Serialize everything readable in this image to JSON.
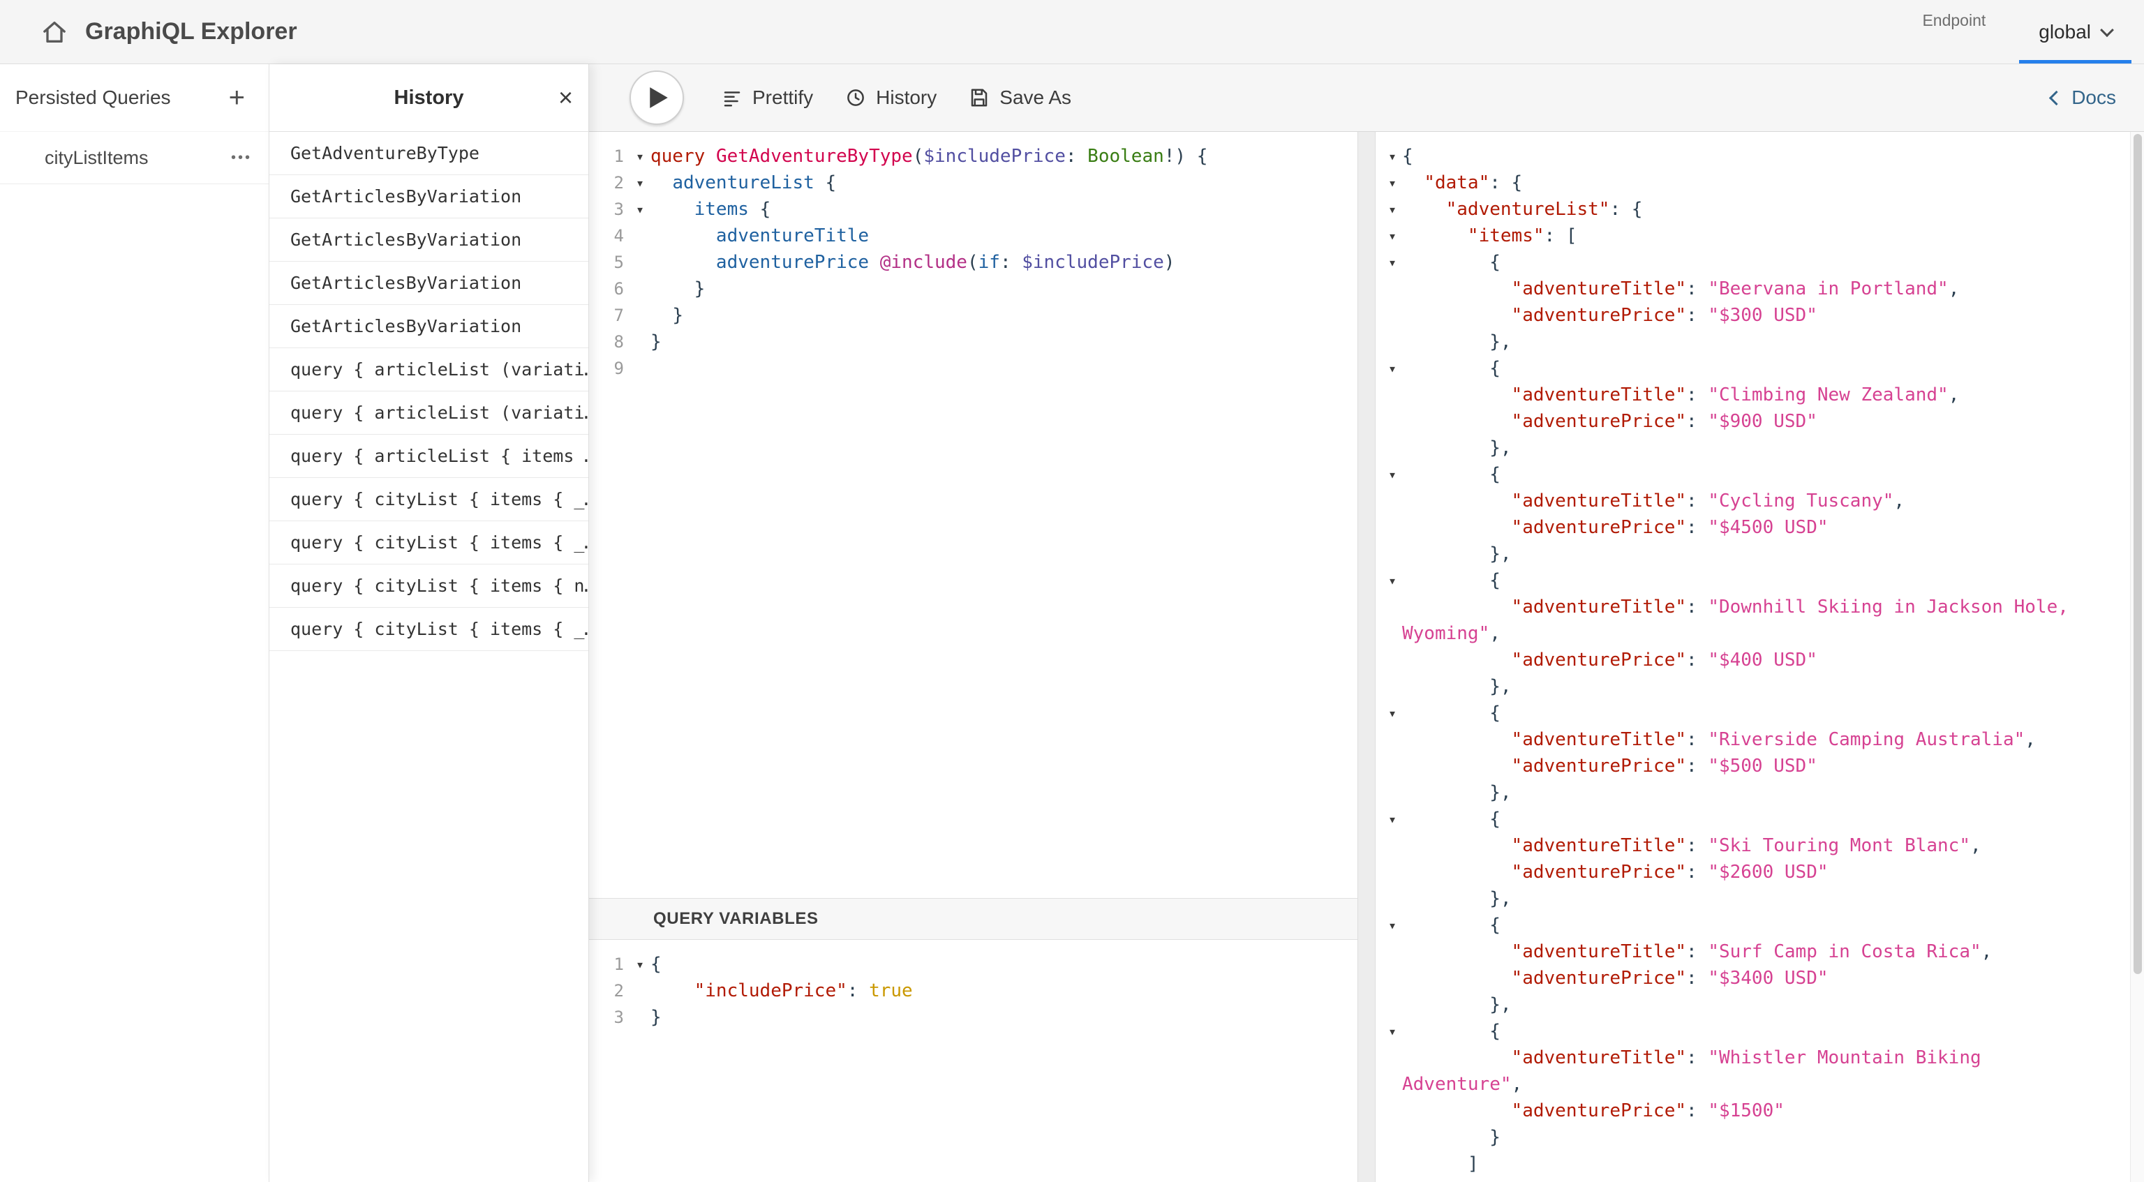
{
  "colors": {
    "accent": "#2680EB",
    "tok-kw": "#B11A04",
    "tok-def": "#D2054E",
    "tok-prop": "#1F61A0",
    "tok-var": "#524FA1",
    "tok-builtin": "#397D13",
    "tok-attr": "#1F61A0",
    "tok-meta": "#B33086",
    "tok-p": "#2B3F50",
    "tok-key": "#B11A04",
    "tok-str": "#D64292",
    "tok-atom": "#CA9800",
    "tok-pl": "#141823"
  },
  "top_bar": {
    "title": "GraphiQL Explorer",
    "endpoint_label": "Endpoint",
    "endpoint_value": "global"
  },
  "persisted": {
    "header": "Persisted Queries",
    "items": [
      {
        "label": "cityListItems"
      }
    ]
  },
  "history": {
    "title": "History",
    "close_glyph": "×",
    "items": [
      "GetAdventureByType",
      "GetArticlesByVariation",
      "GetArticlesByVariation",
      "GetArticlesByVariation",
      "GetArticlesByVariation",
      "query { articleList (variati…",
      "query { articleList (variati…",
      "query { articleList { items …",
      "query { cityList { items { _…",
      "query { cityList { items { _…",
      "query { cityList { items { n…",
      "query { cityList { items { _…"
    ]
  },
  "toolbar": {
    "prettify_label": "Prettify",
    "history_label": "History",
    "save_as_label": "Save As",
    "docs_label": "Docs"
  },
  "query_editor": {
    "lines": [
      {
        "n": 1,
        "fold": true,
        "t": [
          [
            "kw",
            "query"
          ],
          [
            "pl",
            " "
          ],
          [
            "def",
            "GetAdventureByType"
          ],
          [
            "p",
            "("
          ],
          [
            "var",
            "$includePrice"
          ],
          [
            "p",
            ":"
          ],
          [
            "pl",
            " "
          ],
          [
            "builtin",
            "Boolean"
          ],
          [
            "p",
            "!)"
          ],
          [
            "pl",
            " "
          ],
          [
            "p",
            "{"
          ]
        ]
      },
      {
        "n": 2,
        "fold": true,
        "t": [
          [
            "pl",
            "  "
          ],
          [
            "prop",
            "adventureList"
          ],
          [
            "pl",
            " "
          ],
          [
            "p",
            "{"
          ]
        ]
      },
      {
        "n": 3,
        "fold": true,
        "t": [
          [
            "pl",
            "    "
          ],
          [
            "prop",
            "items"
          ],
          [
            "pl",
            " "
          ],
          [
            "p",
            "{"
          ]
        ]
      },
      {
        "n": 4,
        "t": [
          [
            "pl",
            "      "
          ],
          [
            "prop",
            "adventureTitle"
          ]
        ]
      },
      {
        "n": 5,
        "t": [
          [
            "pl",
            "      "
          ],
          [
            "prop",
            "adventurePrice"
          ],
          [
            "pl",
            " "
          ],
          [
            "meta",
            "@include"
          ],
          [
            "p",
            "("
          ],
          [
            "attr",
            "if"
          ],
          [
            "p",
            ":"
          ],
          [
            "pl",
            " "
          ],
          [
            "var",
            "$includePrice"
          ],
          [
            "p",
            ")"
          ]
        ]
      },
      {
        "n": 6,
        "t": [
          [
            "pl",
            "    "
          ],
          [
            "p",
            "}"
          ]
        ]
      },
      {
        "n": 7,
        "t": [
          [
            "pl",
            "  "
          ],
          [
            "p",
            "}"
          ]
        ]
      },
      {
        "n": 8,
        "t": [
          [
            "p",
            "}"
          ]
        ]
      },
      {
        "n": 9,
        "t": []
      }
    ]
  },
  "variables_editor": {
    "title": "QUERY VARIABLES",
    "lines": [
      {
        "n": 1,
        "fold": true,
        "t": [
          [
            "p",
            "{"
          ]
        ]
      },
      {
        "n": 2,
        "t": [
          [
            "pl",
            "    "
          ],
          [
            "key",
            "\"includePrice\""
          ],
          [
            "p",
            ":"
          ],
          [
            "pl",
            " "
          ],
          [
            "atom",
            "true"
          ]
        ]
      },
      {
        "n": 3,
        "t": [
          [
            "p",
            "}"
          ]
        ]
      }
    ]
  },
  "results": {
    "lines": [
      {
        "fold": true,
        "t": [
          [
            "p",
            "{"
          ]
        ]
      },
      {
        "fold": true,
        "t": [
          [
            "pl",
            "  "
          ],
          [
            "key",
            "\"data\""
          ],
          [
            "p",
            ":"
          ],
          [
            "pl",
            " "
          ],
          [
            "p",
            "{"
          ]
        ]
      },
      {
        "fold": true,
        "t": [
          [
            "pl",
            "    "
          ],
          [
            "key",
            "\"adventureList\""
          ],
          [
            "p",
            ":"
          ],
          [
            "pl",
            " "
          ],
          [
            "p",
            "{"
          ]
        ]
      },
      {
        "fold": true,
        "t": [
          [
            "pl",
            "      "
          ],
          [
            "key",
            "\"items\""
          ],
          [
            "p",
            ":"
          ],
          [
            "pl",
            " "
          ],
          [
            "p",
            "["
          ]
        ]
      },
      {
        "fold": true,
        "t": [
          [
            "pl",
            "        "
          ],
          [
            "p",
            "{"
          ]
        ]
      },
      {
        "t": [
          [
            "pl",
            "          "
          ],
          [
            "key",
            "\"adventureTitle\""
          ],
          [
            "p",
            ":"
          ],
          [
            "pl",
            " "
          ],
          [
            "str",
            "\"Beervana in Portland\""
          ],
          [
            "p",
            ","
          ]
        ]
      },
      {
        "t": [
          [
            "pl",
            "          "
          ],
          [
            "key",
            "\"adventurePrice\""
          ],
          [
            "p",
            ":"
          ],
          [
            "pl",
            " "
          ],
          [
            "str",
            "\"$300 USD\""
          ]
        ]
      },
      {
        "t": [
          [
            "pl",
            "        "
          ],
          [
            "p",
            "},"
          ]
        ]
      },
      {
        "fold": true,
        "t": [
          [
            "pl",
            "        "
          ],
          [
            "p",
            "{"
          ]
        ]
      },
      {
        "t": [
          [
            "pl",
            "          "
          ],
          [
            "key",
            "\"adventureTitle\""
          ],
          [
            "p",
            ":"
          ],
          [
            "pl",
            " "
          ],
          [
            "str",
            "\"Climbing New Zealand\""
          ],
          [
            "p",
            ","
          ]
        ]
      },
      {
        "t": [
          [
            "pl",
            "          "
          ],
          [
            "key",
            "\"adventurePrice\""
          ],
          [
            "p",
            ":"
          ],
          [
            "pl",
            " "
          ],
          [
            "str",
            "\"$900 USD\""
          ]
        ]
      },
      {
        "t": [
          [
            "pl",
            "        "
          ],
          [
            "p",
            "},"
          ]
        ]
      },
      {
        "fold": true,
        "t": [
          [
            "pl",
            "        "
          ],
          [
            "p",
            "{"
          ]
        ]
      },
      {
        "t": [
          [
            "pl",
            "          "
          ],
          [
            "key",
            "\"adventureTitle\""
          ],
          [
            "p",
            ":"
          ],
          [
            "pl",
            " "
          ],
          [
            "str",
            "\"Cycling Tuscany\""
          ],
          [
            "p",
            ","
          ]
        ]
      },
      {
        "t": [
          [
            "pl",
            "          "
          ],
          [
            "key",
            "\"adventurePrice\""
          ],
          [
            "p",
            ":"
          ],
          [
            "pl",
            " "
          ],
          [
            "str",
            "\"$4500 USD\""
          ]
        ]
      },
      {
        "t": [
          [
            "pl",
            "        "
          ],
          [
            "p",
            "},"
          ]
        ]
      },
      {
        "fold": true,
        "t": [
          [
            "pl",
            "        "
          ],
          [
            "p",
            "{"
          ]
        ]
      },
      {
        "t": [
          [
            "pl",
            "          "
          ],
          [
            "key",
            "\"adventureTitle\""
          ],
          [
            "p",
            ":"
          ],
          [
            "pl",
            " "
          ],
          [
            "str",
            "\"Downhill Skiing in Jackson Hole, Wyoming\""
          ],
          [
            "p",
            ","
          ]
        ]
      },
      {
        "t": [
          [
            "pl",
            "          "
          ],
          [
            "key",
            "\"adventurePrice\""
          ],
          [
            "p",
            ":"
          ],
          [
            "pl",
            " "
          ],
          [
            "str",
            "\"$400 USD\""
          ]
        ]
      },
      {
        "t": [
          [
            "pl",
            "        "
          ],
          [
            "p",
            "},"
          ]
        ]
      },
      {
        "fold": true,
        "t": [
          [
            "pl",
            "        "
          ],
          [
            "p",
            "{"
          ]
        ]
      },
      {
        "t": [
          [
            "pl",
            "          "
          ],
          [
            "key",
            "\"adventureTitle\""
          ],
          [
            "p",
            ":"
          ],
          [
            "pl",
            " "
          ],
          [
            "str",
            "\"Riverside Camping Australia\""
          ],
          [
            "p",
            ","
          ]
        ]
      },
      {
        "t": [
          [
            "pl",
            "          "
          ],
          [
            "key",
            "\"adventurePrice\""
          ],
          [
            "p",
            ":"
          ],
          [
            "pl",
            " "
          ],
          [
            "str",
            "\"$500 USD\""
          ]
        ]
      },
      {
        "t": [
          [
            "pl",
            "        "
          ],
          [
            "p",
            "},"
          ]
        ]
      },
      {
        "fold": true,
        "t": [
          [
            "pl",
            "        "
          ],
          [
            "p",
            "{"
          ]
        ]
      },
      {
        "t": [
          [
            "pl",
            "          "
          ],
          [
            "key",
            "\"adventureTitle\""
          ],
          [
            "p",
            ":"
          ],
          [
            "pl",
            " "
          ],
          [
            "str",
            "\"Ski Touring Mont Blanc\""
          ],
          [
            "p",
            ","
          ]
        ]
      },
      {
        "t": [
          [
            "pl",
            "          "
          ],
          [
            "key",
            "\"adventurePrice\""
          ],
          [
            "p",
            ":"
          ],
          [
            "pl",
            " "
          ],
          [
            "str",
            "\"$2600 USD\""
          ]
        ]
      },
      {
        "t": [
          [
            "pl",
            "        "
          ],
          [
            "p",
            "},"
          ]
        ]
      },
      {
        "fold": true,
        "t": [
          [
            "pl",
            "        "
          ],
          [
            "p",
            "{"
          ]
        ]
      },
      {
        "t": [
          [
            "pl",
            "          "
          ],
          [
            "key",
            "\"adventureTitle\""
          ],
          [
            "p",
            ":"
          ],
          [
            "pl",
            " "
          ],
          [
            "str",
            "\"Surf Camp in Costa Rica\""
          ],
          [
            "p",
            ","
          ]
        ]
      },
      {
        "t": [
          [
            "pl",
            "          "
          ],
          [
            "key",
            "\"adventurePrice\""
          ],
          [
            "p",
            ":"
          ],
          [
            "pl",
            " "
          ],
          [
            "str",
            "\"$3400 USD\""
          ]
        ]
      },
      {
        "t": [
          [
            "pl",
            "        "
          ],
          [
            "p",
            "},"
          ]
        ]
      },
      {
        "fold": true,
        "t": [
          [
            "pl",
            "        "
          ],
          [
            "p",
            "{"
          ]
        ]
      },
      {
        "t": [
          [
            "pl",
            "          "
          ],
          [
            "key",
            "\"adventureTitle\""
          ],
          [
            "p",
            ":"
          ],
          [
            "pl",
            " "
          ],
          [
            "str",
            "\"Whistler Mountain Biking Adventure\""
          ],
          [
            "p",
            ","
          ]
        ]
      },
      {
        "t": [
          [
            "pl",
            "          "
          ],
          [
            "key",
            "\"adventurePrice\""
          ],
          [
            "p",
            ":"
          ],
          [
            "pl",
            " "
          ],
          [
            "str",
            "\"$1500\""
          ]
        ]
      },
      {
        "t": [
          [
            "pl",
            "        "
          ],
          [
            "p",
            "}"
          ]
        ]
      },
      {
        "t": [
          [
            "pl",
            "      "
          ],
          [
            "p",
            "]"
          ]
        ]
      }
    ]
  }
}
